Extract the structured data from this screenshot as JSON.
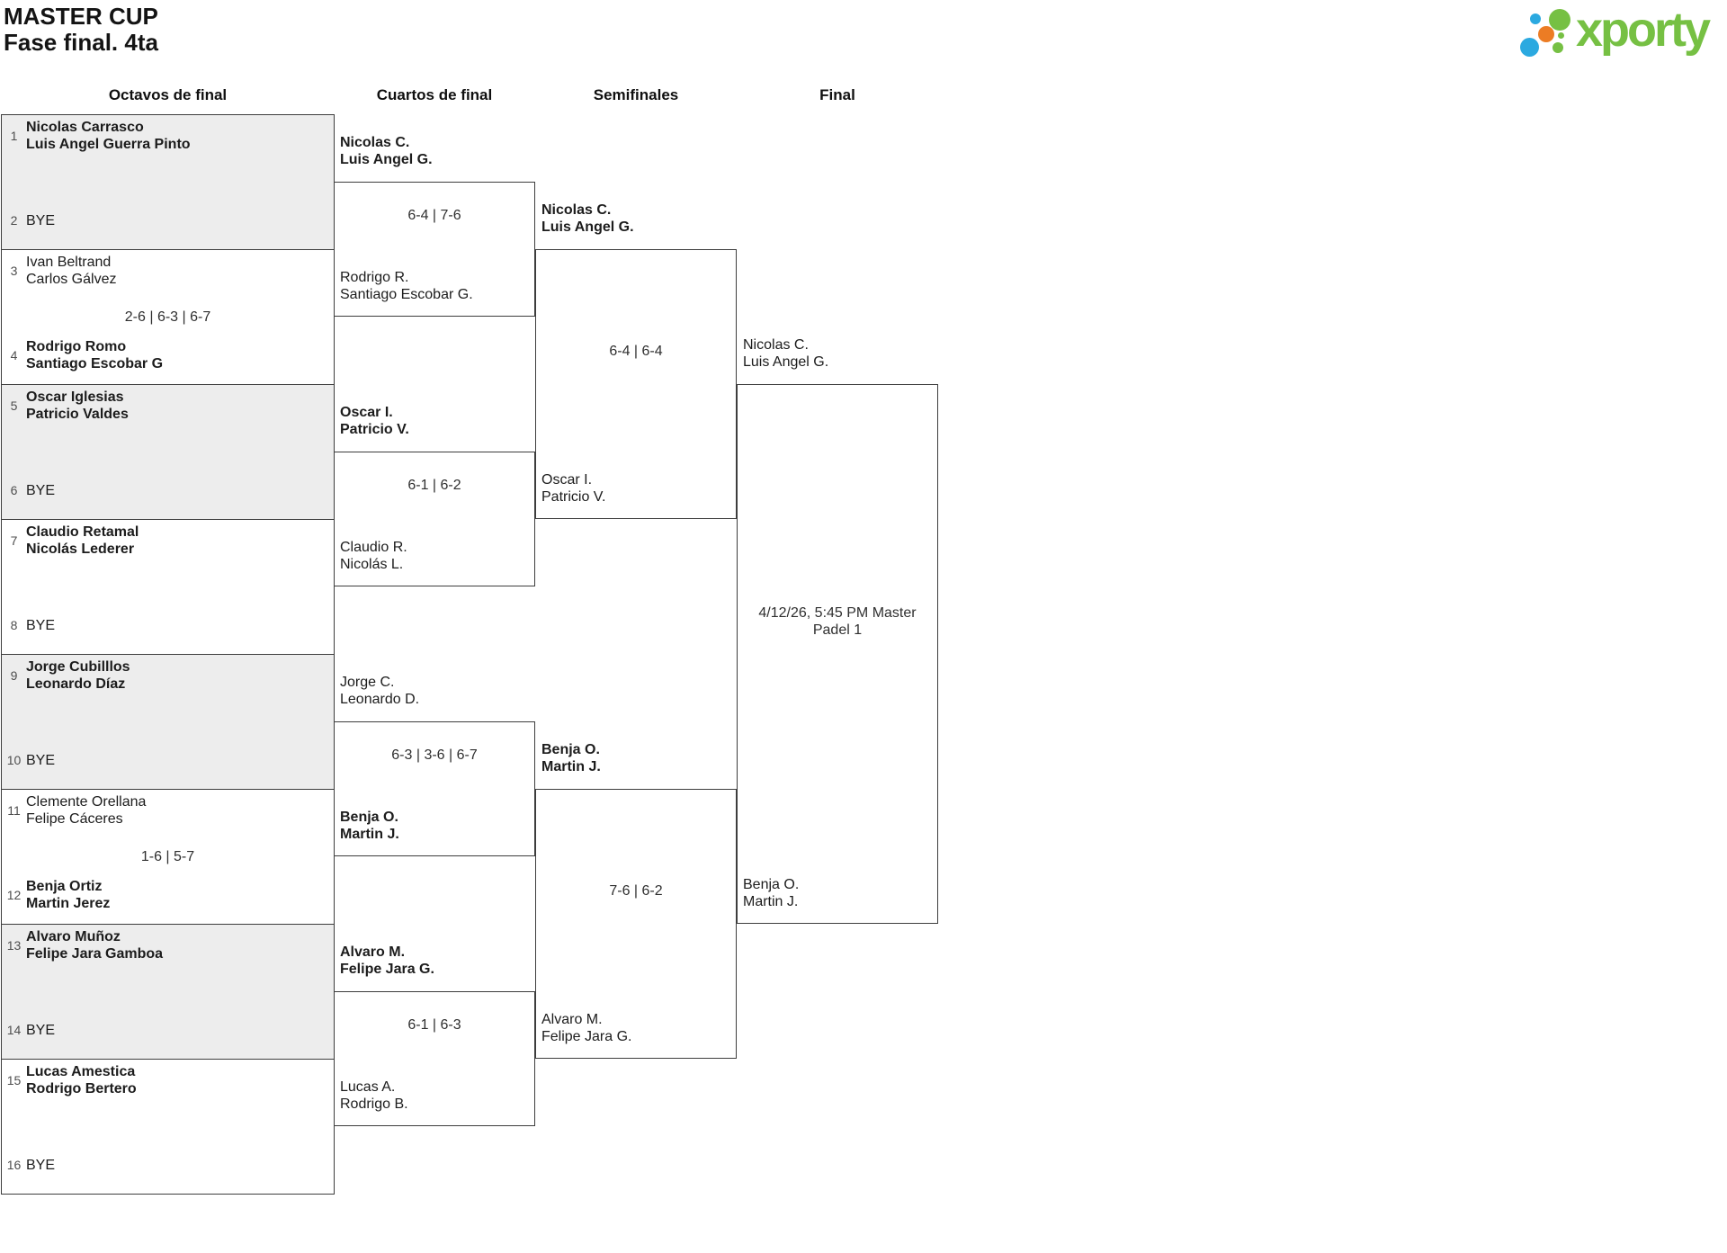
{
  "page_title": {
    "line1": "MASTER CUP",
    "line2": "Fase final. 4ta"
  },
  "logo": {
    "text": "xporty",
    "green": "#76c043",
    "blue": "#2ba9e0",
    "orange": "#ec7c24"
  },
  "round_headers": {
    "octavos": "Octavos de final",
    "cuartos": "Cuartos de final",
    "semifinales": "Semifinales",
    "final": "Final"
  },
  "octavos": [
    {
      "seed_a": "1",
      "a1": "Nicolas Carrasco",
      "a2": "Luis Angel Guerra Pinto",
      "a_winner": true,
      "score": "",
      "seed_b": "2",
      "b1": "BYE",
      "b2": "",
      "b_winner": false
    },
    {
      "seed_a": "3",
      "a1": "Ivan Beltrand",
      "a2": "Carlos Gálvez",
      "a_winner": false,
      "score": "2-6 | 6-3 | 6-7",
      "seed_b": "4",
      "b1": "Rodrigo Romo",
      "b2": "Santiago Escobar G",
      "b_winner": true
    },
    {
      "seed_a": "5",
      "a1": "Oscar Iglesias",
      "a2": "Patricio Valdes",
      "a_winner": true,
      "score": "",
      "seed_b": "6",
      "b1": "BYE",
      "b2": "",
      "b_winner": false
    },
    {
      "seed_a": "7",
      "a1": "Claudio Retamal",
      "a2": "Nicolás Lederer",
      "a_winner": true,
      "score": "",
      "seed_b": "8",
      "b1": "BYE",
      "b2": "",
      "b_winner": false
    },
    {
      "seed_a": "9",
      "a1": "Jorge Cubilllos",
      "a2": "Leonardo Díaz",
      "a_winner": true,
      "score": "",
      "seed_b": "10",
      "b1": "BYE",
      "b2": "",
      "b_winner": false
    },
    {
      "seed_a": "11",
      "a1": "Clemente Orellana",
      "a2": "Felipe Cáceres",
      "a_winner": false,
      "score": "1-6 | 5-7",
      "seed_b": "12",
      "b1": "Benja Ortiz",
      "b2": "Martin Jerez",
      "b_winner": true
    },
    {
      "seed_a": "13",
      "a1": "Alvaro Muñoz",
      "a2": "Felipe Jara Gamboa",
      "a_winner": true,
      "score": "",
      "seed_b": "14",
      "b1": "BYE",
      "b2": "",
      "b_winner": false
    },
    {
      "seed_a": "15",
      "a1": "Lucas Amestica",
      "a2": "Rodrigo Bertero",
      "a_winner": true,
      "score": "",
      "seed_b": "16",
      "b1": "BYE",
      "b2": "",
      "b_winner": false
    }
  ],
  "cuartos": [
    {
      "a1": "Nicolas C.",
      "a2": "Luis Angel G.",
      "a_winner": true,
      "score": "6-4 | 7-6",
      "b1": "Rodrigo R.",
      "b2": "Santiago Escobar G.",
      "b_winner": false
    },
    {
      "a1": "Oscar I.",
      "a2": "Patricio V.",
      "a_winner": true,
      "score": "6-1 | 6-2",
      "b1": "Claudio R.",
      "b2": "Nicolás L.",
      "b_winner": false
    },
    {
      "a1": "Jorge C.",
      "a2": "Leonardo D.",
      "a_winner": false,
      "score": "6-3 | 3-6 | 6-7",
      "b1": "Benja O.",
      "b2": "Martin J.",
      "b_winner": true
    },
    {
      "a1": "Alvaro M.",
      "a2": "Felipe Jara G.",
      "a_winner": true,
      "score": "6-1 | 6-3",
      "b1": "Lucas A.",
      "b2": "Rodrigo B.",
      "b_winner": false
    }
  ],
  "semifinales": [
    {
      "a1": "Nicolas C.",
      "a2": "Luis Angel G.",
      "a_winner": true,
      "score": "6-4 | 6-4",
      "b1": "Oscar I.",
      "b2": "Patricio V.",
      "b_winner": false
    },
    {
      "a1": "Benja O.",
      "a2": "Martin J.",
      "a_winner": true,
      "score": "7-6 | 6-2",
      "b1": "Alvaro M.",
      "b2": "Felipe Jara G.",
      "b_winner": false
    }
  ],
  "final": {
    "a1": "Nicolas C.",
    "a2": "Luis Angel G.",
    "schedule": "4/12/26, 5:45 PM Master Padel 1",
    "b1": "Benja O.",
    "b2": "Martin J."
  }
}
